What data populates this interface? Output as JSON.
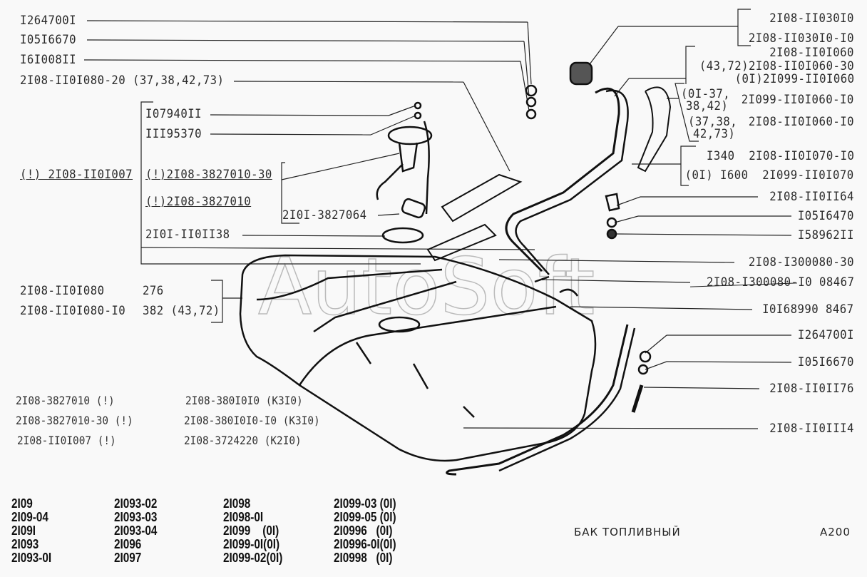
{
  "left_labels": {
    "washer_top": "I264700I",
    "spring_washer_top": "I05I6670",
    "nut_top": "I6I008II",
    "hose_080_20": "2I08-II0I080-20 (37,38,42,73)",
    "pump_part_1": "I07940II",
    "pump_part_2": "III95370",
    "pump_module": "(!) 2I08-II0I007",
    "sensor_30": "(!)2I08-3827010-30",
    "sensor": "(!)2I08-3827010",
    "float_part": "2I0I-3827064",
    "gasket": "2I0I-II0II38",
    "tank_1_part": "2I08-II0I080",
    "tank_1_qty": "276",
    "tank_2_part": "2I08-II0I080-I0",
    "tank_2_qty": "382 (43,72)"
  },
  "right_labels": {
    "cap_1": "2I08-II030I0",
    "cap_2": "2I08-II030I0-I0",
    "filler_1": "2I08-II0I060",
    "filler_2": "(43,72)2I08-II0I060-30",
    "filler_3": "(0I)2I099-II0I060",
    "filler_4_note_a": "(0I-37,",
    "filler_4_note_b": "38,42)",
    "filler_4": "2I099-II0I060-I0",
    "filler_5_note_a": "(37,38,",
    "filler_5_note_b": "42,73)",
    "filler_5": "2I08-II0I060-I0",
    "hose_1": "I340  2I08-II0I070-I0",
    "hose_2": "(0I) I600  2I099-II0I070",
    "clamp": "2I08-II0II64",
    "washer": "I05I6470",
    "nut": "I58962II",
    "strap_30": "2I08-I300080-30",
    "strap_10": "2I08-I300080-I0 08467",
    "clamp_2": "I0I68990 8467",
    "washer_bottom": "I264700I",
    "spring_washer_bottom": "I05I6670",
    "bolt": "2I08-II0II76",
    "strap": "2I08-II0III4"
  },
  "notes": [
    [
      "2I08-3827010 (!)",
      "2I08-380I0I0 (K3I0)"
    ],
    [
      "2I08-3827010-30 (!)",
      "2I08-380I0I0-I0 (K3I0)"
    ],
    [
      "2I08-II0I007 (!)",
      "2I08-3724220 (K2I0)"
    ]
  ],
  "models": [
    [
      "2I09",
      "2I09-04",
      "2I09I",
      "2I093",
      "2I093-0I"
    ],
    [
      "2I093-02",
      "2I093-03",
      "2I093-04",
      "2I096",
      "2I097"
    ],
    [
      "2I098",
      "2I098-0I",
      "2I099    (0I)",
      "2I099-0I(0I)",
      "2I099-02(0I)"
    ],
    [
      "2I099-03 (0I)",
      "2I099-05 (0I)",
      "2I0996   (0I)",
      "2I0996-0I(0I)",
      "2I0998   (0I)"
    ]
  ],
  "footer": {
    "title": "БАК ТОПЛИВНЫЙ",
    "code": "A200"
  },
  "watermark": "AutoSoft"
}
